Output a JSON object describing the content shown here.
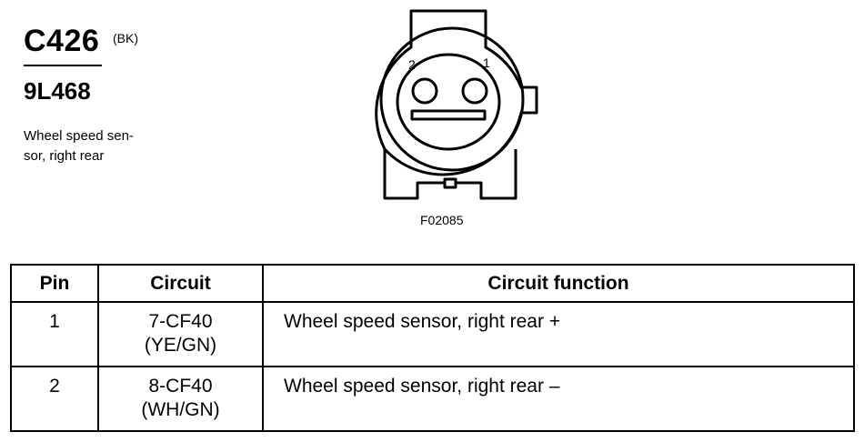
{
  "connector": {
    "id": "C426",
    "color_code": "(BK)",
    "part_number": "9L468",
    "description_lines": [
      "Wheel speed sen-",
      "sor, right rear"
    ]
  },
  "figure": {
    "id": "F02085",
    "pin_labels": {
      "left": "2",
      "right": "1"
    }
  },
  "table": {
    "headers": {
      "pin": "Pin",
      "circuit": "Circuit",
      "function": "Circuit function"
    },
    "rows": [
      {
        "pin": "1",
        "circuit": "7-CF40",
        "wire": "(YE/GN)",
        "function": "Wheel speed sensor, right rear +"
      },
      {
        "pin": "2",
        "circuit": "8-CF40",
        "wire": "(WH/GN)",
        "function": "Wheel speed sensor, right rear –"
      }
    ]
  }
}
